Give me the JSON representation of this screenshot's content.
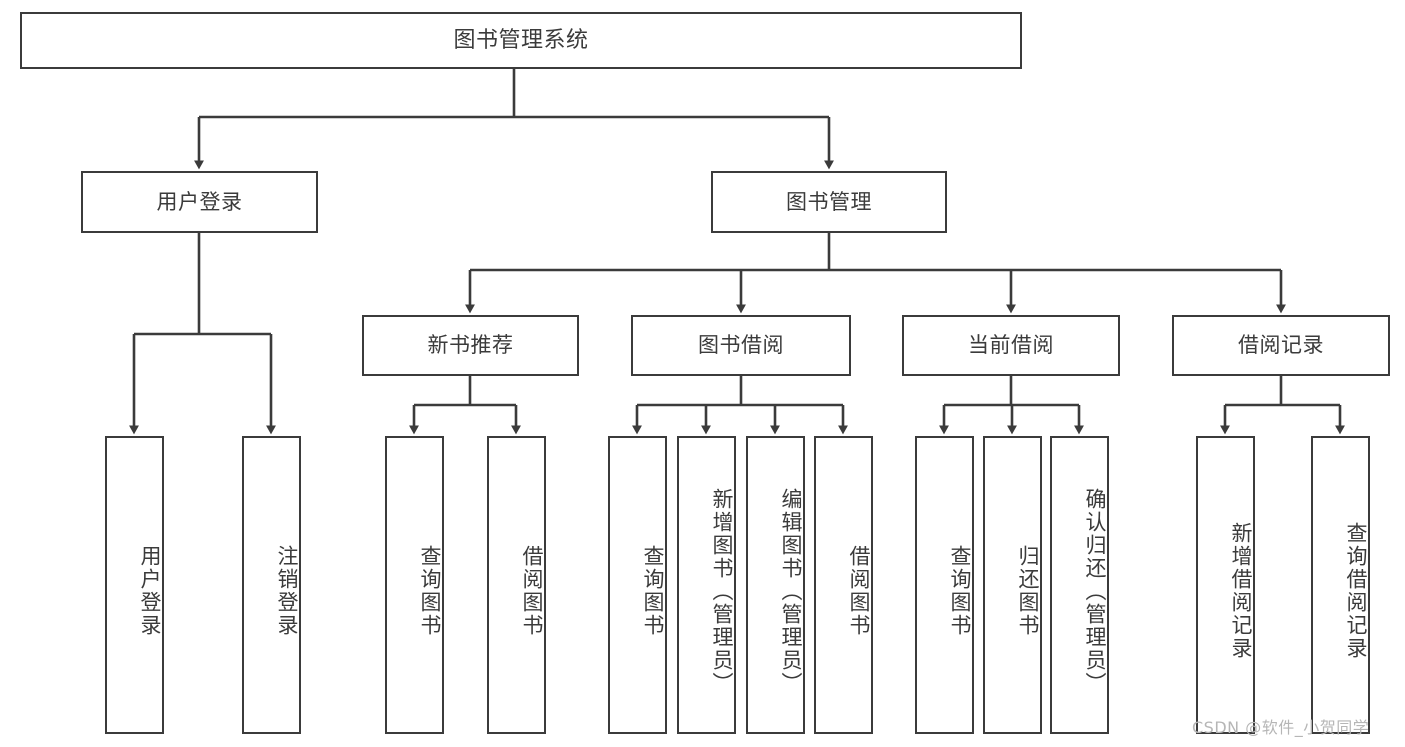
{
  "diagram": {
    "title": "图书管理系统",
    "type": "tree-hierarchy",
    "orientation": "top-down",
    "colors": {
      "background": "#ffffff",
      "stroke": "#3b3b3b",
      "node_fill": "#ffffff",
      "text": "#3b3b3b",
      "watermark": "#b6b6b6"
    },
    "root": {
      "id": "root",
      "label": "图书管理系统",
      "orientation": "horizontal"
    },
    "level2": [
      {
        "id": "user-login",
        "label": "用户登录",
        "orientation": "horizontal"
      },
      {
        "id": "book-manage",
        "label": "图书管理",
        "orientation": "horizontal"
      }
    ],
    "level3": [
      {
        "id": "new-book-recommend",
        "label": "新书推荐",
        "orientation": "horizontal",
        "parent": "book-manage"
      },
      {
        "id": "book-borrow",
        "label": "图书借阅",
        "orientation": "horizontal",
        "parent": "book-manage"
      },
      {
        "id": "current-borrow",
        "label": "当前借阅",
        "orientation": "horizontal",
        "parent": "book-manage"
      },
      {
        "id": "borrow-record",
        "label": "借阅记录",
        "orientation": "horizontal",
        "parent": "book-manage"
      }
    ],
    "leaves": {
      "user_login": [
        {
          "id": "leaf-user-login",
          "label": "用户登录",
          "orientation": "vertical"
        },
        {
          "id": "leaf-user-logout",
          "label": "注销登录",
          "orientation": "vertical"
        }
      ],
      "new_book_recommend": [
        {
          "id": "leaf-query-book-1",
          "label": "查询图书",
          "orientation": "vertical"
        },
        {
          "id": "leaf-borrow-book-1",
          "label": "借阅图书",
          "orientation": "vertical"
        }
      ],
      "book_borrow": [
        {
          "id": "leaf-query-book-2",
          "label": "查询图书",
          "orientation": "vertical"
        },
        {
          "id": "leaf-add-book",
          "label": "新增图书（管理员）",
          "orientation": "vertical"
        },
        {
          "id": "leaf-edit-book",
          "label": "编辑图书（管理员）",
          "orientation": "vertical"
        },
        {
          "id": "leaf-borrow-book-2",
          "label": "借阅图书",
          "orientation": "vertical"
        }
      ],
      "current_borrow": [
        {
          "id": "leaf-query-book-3",
          "label": "查询图书",
          "orientation": "vertical"
        },
        {
          "id": "leaf-return-book",
          "label": "归还图书",
          "orientation": "vertical"
        },
        {
          "id": "leaf-confirm-return",
          "label": "确认归还（管理员）",
          "orientation": "vertical"
        }
      ],
      "borrow_record": [
        {
          "id": "leaf-add-record",
          "label": "新增借阅记录",
          "orientation": "vertical"
        },
        {
          "id": "leaf-query-record",
          "label": "查询借阅记录",
          "orientation": "vertical"
        }
      ]
    },
    "watermark": "CSDN @软件_小贺同学"
  }
}
